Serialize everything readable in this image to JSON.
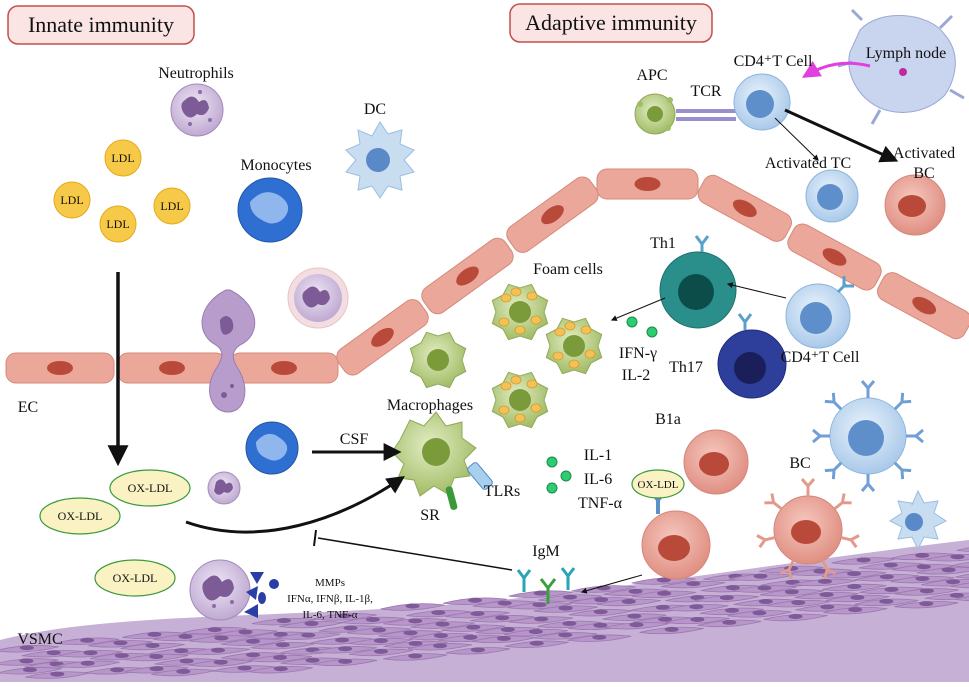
{
  "headers": {
    "innate": "Innate immunity",
    "adaptive": "Adaptive immunity"
  },
  "labels": {
    "neutrophils": "Neutrophils",
    "dc": "DC",
    "monocytes": "Monocytes",
    "apc": "APC",
    "tcr": "TCR",
    "cd4_top": "CD4⁺T Cell",
    "lymph_node": "Lymph node",
    "activated_tc": "Activated TC",
    "activated_bc_1": "Activated",
    "activated_bc_2": "BC",
    "foam_cells": "Foam cells",
    "th1": "Th1",
    "ifn_g": "IFN-γ",
    "il2": "IL-2",
    "th17": "Th17",
    "cd4_mid": "CD4⁺T Cell",
    "ec": "EC",
    "macrophages": "Macrophages",
    "csf": "CSF",
    "tlrs": "TLRs",
    "sr": "SR",
    "il1": "IL-1",
    "il6": "IL-6",
    "tnf": "TNF-α",
    "b1a": "B1a",
    "bc": "BC",
    "igm": "IgM",
    "mmps": "MMPs",
    "cyto_line1": "IFNα, IFNβ, IL-1β,",
    "cyto_line2": "IL-6, TNF-α",
    "vsmc": "VSMC"
  },
  "ldl": [
    "LDL",
    "LDL",
    "LDL",
    "LDL"
  ],
  "oxldl": [
    "OX-LDL",
    "OX-LDL",
    "OX-LDL",
    "OX-LDL"
  ],
  "colors": {
    "header_fill": "#fbe4e4",
    "header_stroke": "#c0504d",
    "ldl": "#f7c948",
    "oxldl": "#fbf2c4",
    "endothelium": "#eaa79a",
    "ec_nucleus": "#b94a3a",
    "vsmc": "#b89ac6",
    "neutrophil": "#c7b3d6",
    "monocyte": "#2f6fd1",
    "t_cell": "#b9d4ee",
    "b_cell": "#e7998d",
    "th1": "#2a8f8a",
    "th17": "#2d3f9a",
    "macrophage": "#b6cc7c",
    "cytokine": "#2ecc71",
    "lymph_arrow": "#e040e0"
  }
}
